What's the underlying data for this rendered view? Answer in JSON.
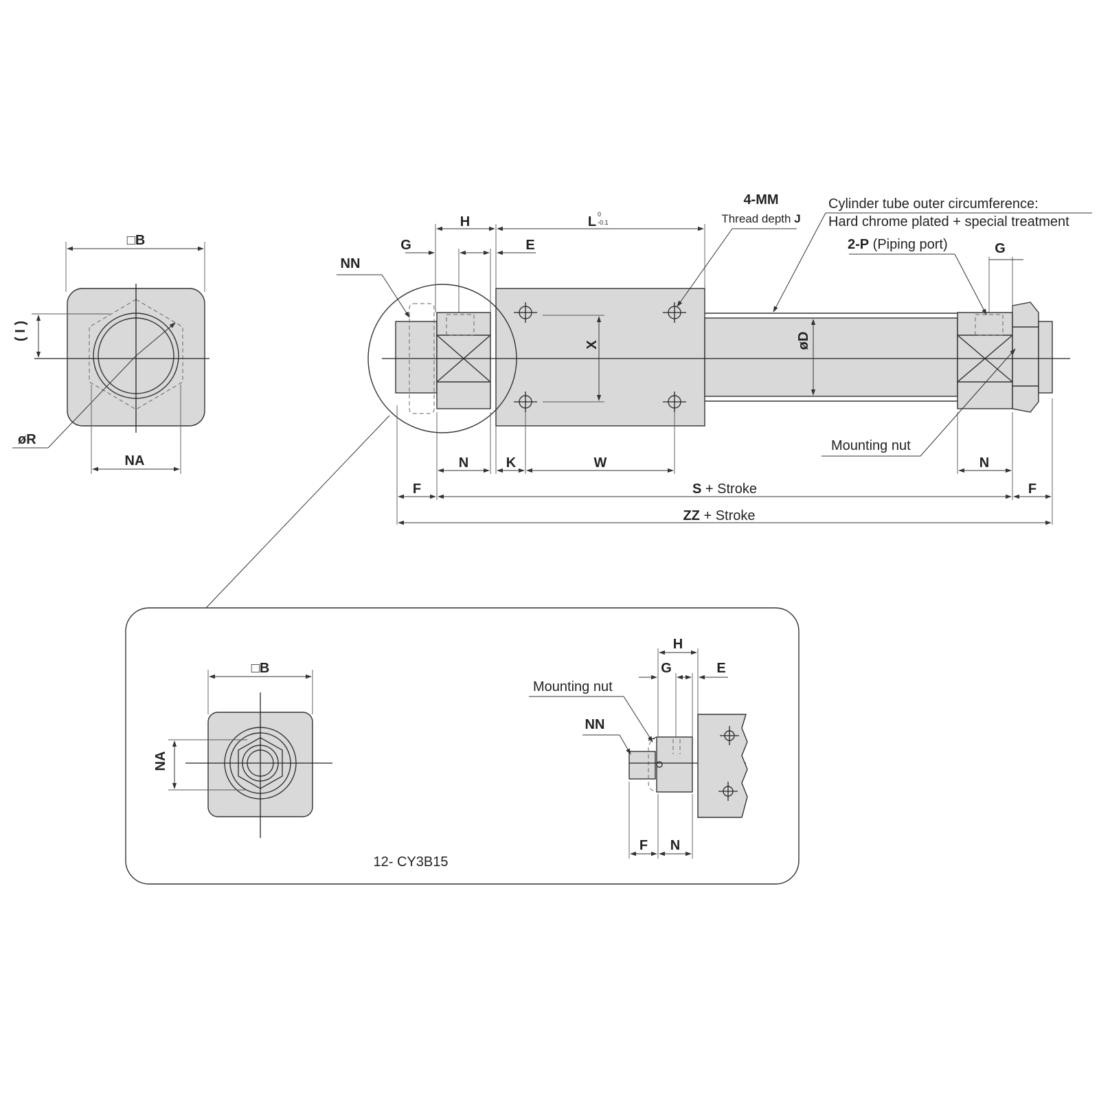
{
  "labels": {
    "square_b": "□B",
    "i_dim": "( I )",
    "phi_r": "øR",
    "na": "NA",
    "nn": "NN",
    "g": "G",
    "h": "H",
    "e": "E",
    "l": "L",
    "l_tol_upper": "0",
    "l_tol_lower": "-0.1",
    "mm": "4-MM",
    "thread_depth": "Thread depth ",
    "thread_depth_j": "J",
    "tube_note_1": "Cylinder tube outer circumference:",
    "tube_note_2": "Hard chrome plated + special treatment",
    "piping_p": "2-P",
    "piping_port": " (Piping port)",
    "x": "X",
    "phi_d": "øD",
    "mounting_nut": "Mounting nut",
    "n": "N",
    "k": "K",
    "w": "W",
    "f": "F",
    "s": "S",
    "zz": "ZZ",
    "plus_stroke": " + Stroke",
    "detail_model": "12- CY3B15"
  },
  "colors": {
    "part_fill": "#d9d9d9",
    "line": "#333333"
  }
}
